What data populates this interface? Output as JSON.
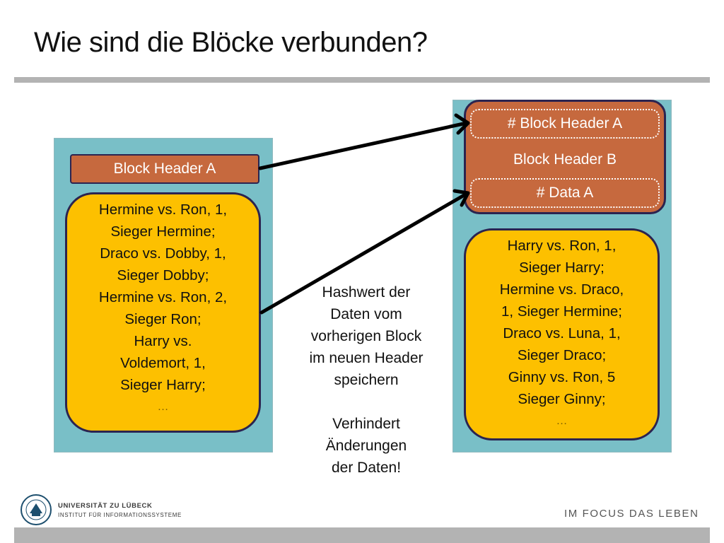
{
  "title": "Wie sind die Blöcke verbunden?",
  "left_block": {
    "header": "Block Header A",
    "data_lines": [
      "Hermine vs. Ron, 1,",
      "Sieger Hermine;",
      "Draco vs. Dobby, 1,",
      "Sieger Dobby;",
      "Hermine vs. Ron, 2,",
      "Sieger Ron;",
      "Harry vs.",
      "Voldemort, 1,",
      "Sieger Harry;"
    ],
    "ellipsis": "…"
  },
  "right_block": {
    "hash_header": "# Block Header A",
    "header": "Block Header B",
    "hash_data": "# Data A",
    "data_lines": [
      "Harry vs. Ron, 1,",
      "Sieger Harry;",
      "Hermine vs. Draco,",
      "1, Sieger Hermine;",
      "Draco vs. Luna, 1,",
      "Sieger Draco;",
      "Ginny vs. Ron, 5",
      "Sieger Ginny;"
    ],
    "ellipsis": "…"
  },
  "note": {
    "paragraph1": [
      "Hashwert der",
      "Daten vom",
      "vorherigen Block",
      "im neuen Header",
      "speichern"
    ],
    "paragraph2": [
      "Verhindert",
      "Änderungen",
      "der Daten!"
    ]
  },
  "footer": {
    "university": "UNIVERSITÄT ZU LÜBECK",
    "institute": "INSTITUT FÜR INFORMATIONSSYSTEME",
    "motto": "IM FOCUS DAS LEBEN"
  },
  "colors": {
    "block_bg": "#79bfc7",
    "header": "#c6693e",
    "data": "#fdc000",
    "border": "#2b2450",
    "rule": "#b3b3b3"
  }
}
